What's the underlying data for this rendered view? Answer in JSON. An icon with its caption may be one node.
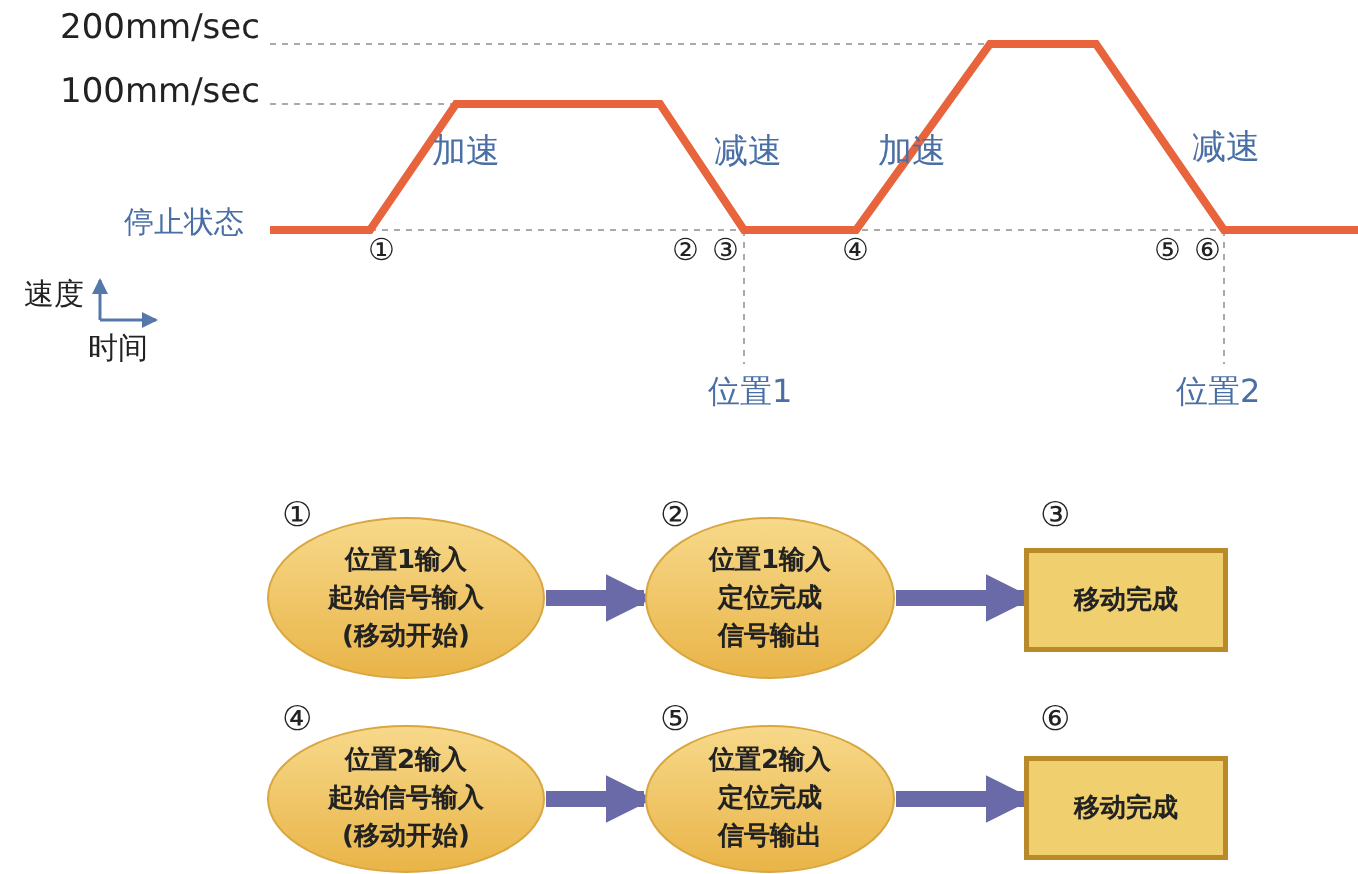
{
  "diagram": {
    "nodes": [
      {
        "text": [
          "位置1输入",
          "起始信号输入",
          "(移动开始)"
        ],
        "beside": [
          "①"
        ]
      },
      {
        "text": [
          "位置1输入",
          "定位完成",
          "信号输出"
        ],
        "beside": [
          "②"
        ]
      },
      {
        "text": [
          "移动完成"
        ],
        "beside": [
          "③"
        ]
      },
      {
        "text": [
          "位置2输入",
          "起始信号输入",
          "(移动开始)"
        ],
        "beside": [
          "④"
        ]
      },
      {
        "text": [
          "位置2输入",
          "定位完成",
          "信号输出"
        ],
        "beside": [
          "⑤"
        ]
      },
      {
        "text": [
          "移动完成"
        ],
        "beside": [
          "⑥"
        ]
      }
    ],
    "edges": [
      {
        "from": 0,
        "to": 1,
        "arrow": "to"
      },
      {
        "from": 1,
        "to": 2,
        "arrow": "to"
      },
      {
        "from": 3,
        "to": 4,
        "arrow": "to"
      },
      {
        "from": 4,
        "to": 5,
        "arrow": "to"
      }
    ],
    "labels": [
      "200mm/sec",
      "100mm/sec",
      "加速",
      "减速",
      "加速",
      "减速",
      "停止状态",
      "①",
      "②",
      "③",
      "④",
      "⑤",
      "⑥",
      "速度",
      "时间",
      "位置1",
      "位置2"
    ]
  }
}
